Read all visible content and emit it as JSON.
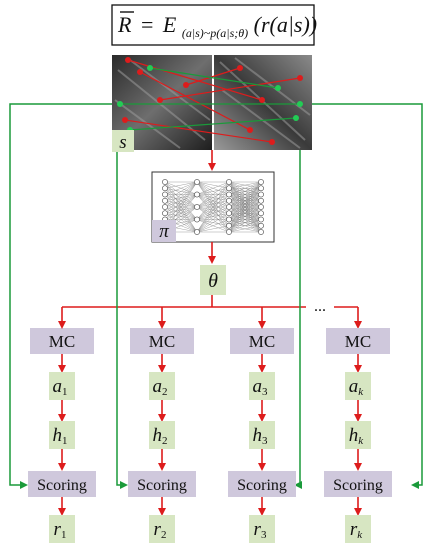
{
  "formula": {
    "text": "R̄ = E(a|s)~p(a|s;θ)(r(a|s))",
    "lhs": "R",
    "equals": "=",
    "e": "E",
    "subscript": "(a|s)~p(a|s;θ)",
    "rhs": "(r(a|s))"
  },
  "state_label": "s",
  "policy_label": "π",
  "theta_label": "θ",
  "ellipsis": "...",
  "columns": [
    {
      "mc": "MC",
      "a": "a",
      "a_sub": "1",
      "h": "h",
      "h_sub": "1",
      "scoring": "Scoring",
      "r": "r",
      "r_sub": "1"
    },
    {
      "mc": "MC",
      "a": "a",
      "a_sub": "2",
      "h": "h",
      "h_sub": "2",
      "scoring": "Scoring",
      "r": "r",
      "r_sub": "2"
    },
    {
      "mc": "MC",
      "a": "a",
      "a_sub": "3",
      "h": "h",
      "h_sub": "3",
      "scoring": "Scoring",
      "r": "r",
      "r_sub": "3"
    },
    {
      "mc": "MC",
      "a": "a",
      "a_sub": "k",
      "h": "h",
      "h_sub": "k",
      "scoring": "Scoring",
      "r": "r",
      "r_sub": "k"
    }
  ],
  "colors": {
    "red": "#dd1c1c",
    "green": "#1a9a3a",
    "green_box": "#d7e6c2",
    "purple_box": "#cfc8dc",
    "text": "#111111"
  }
}
